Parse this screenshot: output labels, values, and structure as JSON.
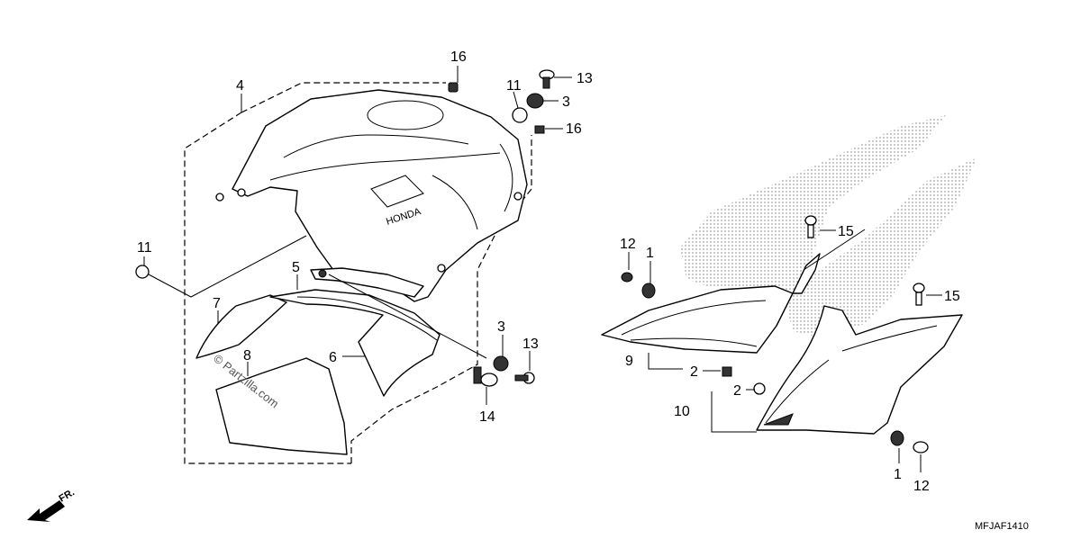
{
  "diagram": {
    "brand_lettering": "HONDA",
    "watermark": "© Partzilla.com",
    "front_arrow_label": "FR.",
    "diagram_code": "MFJAF1410",
    "callouts": {
      "c4": "4",
      "c16a": "16",
      "c11a": "11",
      "c13a": "13",
      "c3a": "3",
      "c16b": "16",
      "c11b": "11",
      "c5": "5",
      "c7": "7",
      "c8": "8",
      "c6": "6",
      "c3b": "3",
      "c13b": "13",
      "c14": "14",
      "c12a": "12",
      "c1a": "1",
      "c15a": "15",
      "c15b": "15",
      "c9": "9",
      "c2a": "2",
      "c2b": "2",
      "c10": "10",
      "c1b": "1",
      "c12b": "12"
    }
  }
}
